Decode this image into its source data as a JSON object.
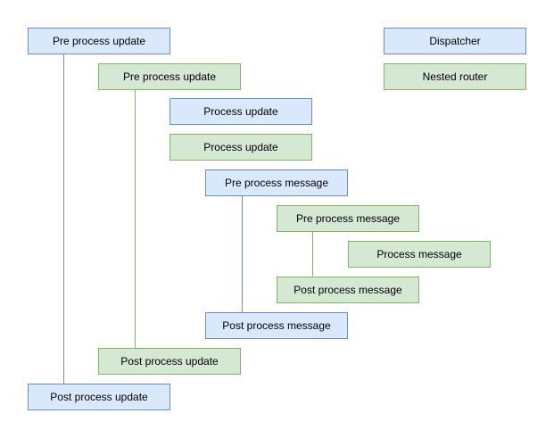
{
  "diagram": {
    "legend": [
      {
        "label": "Dispatcher",
        "actor": "dispatcher"
      },
      {
        "label": "Nested router",
        "actor": "nested-router"
      }
    ],
    "nodes": [
      {
        "label": "Pre process update",
        "actor": "dispatcher"
      },
      {
        "label": "Pre process update",
        "actor": "nested-router"
      },
      {
        "label": "Process update",
        "actor": "dispatcher"
      },
      {
        "label": "Process update",
        "actor": "nested-router"
      },
      {
        "label": "Pre process message",
        "actor": "dispatcher"
      },
      {
        "label": "Pre process message",
        "actor": "nested-router"
      },
      {
        "label": "Process message",
        "actor": "nested-router"
      },
      {
        "label": "Post process message",
        "actor": "nested-router"
      },
      {
        "label": "Post process message",
        "actor": "dispatcher"
      },
      {
        "label": "Post process update",
        "actor": "nested-router"
      },
      {
        "label": "Post process update",
        "actor": "dispatcher"
      }
    ],
    "connectors": [
      {
        "from": "Pre process update",
        "to": "Post process update",
        "actor": "dispatcher"
      },
      {
        "from": "Pre process update",
        "to": "Post process update",
        "actor": "nested-router"
      },
      {
        "from": "Pre process message",
        "to": "Post process message",
        "actor": "dispatcher"
      },
      {
        "from": "Pre process message",
        "to": "Post process message",
        "actor": "nested-router"
      }
    ]
  },
  "colors": {
    "dispatcher_fill": "#dae8fc",
    "dispatcher_border": "#6c8ebf",
    "router_fill": "#d5e8d4",
    "router_border": "#82b366",
    "text": "#000000",
    "background": "#ffffff"
  }
}
